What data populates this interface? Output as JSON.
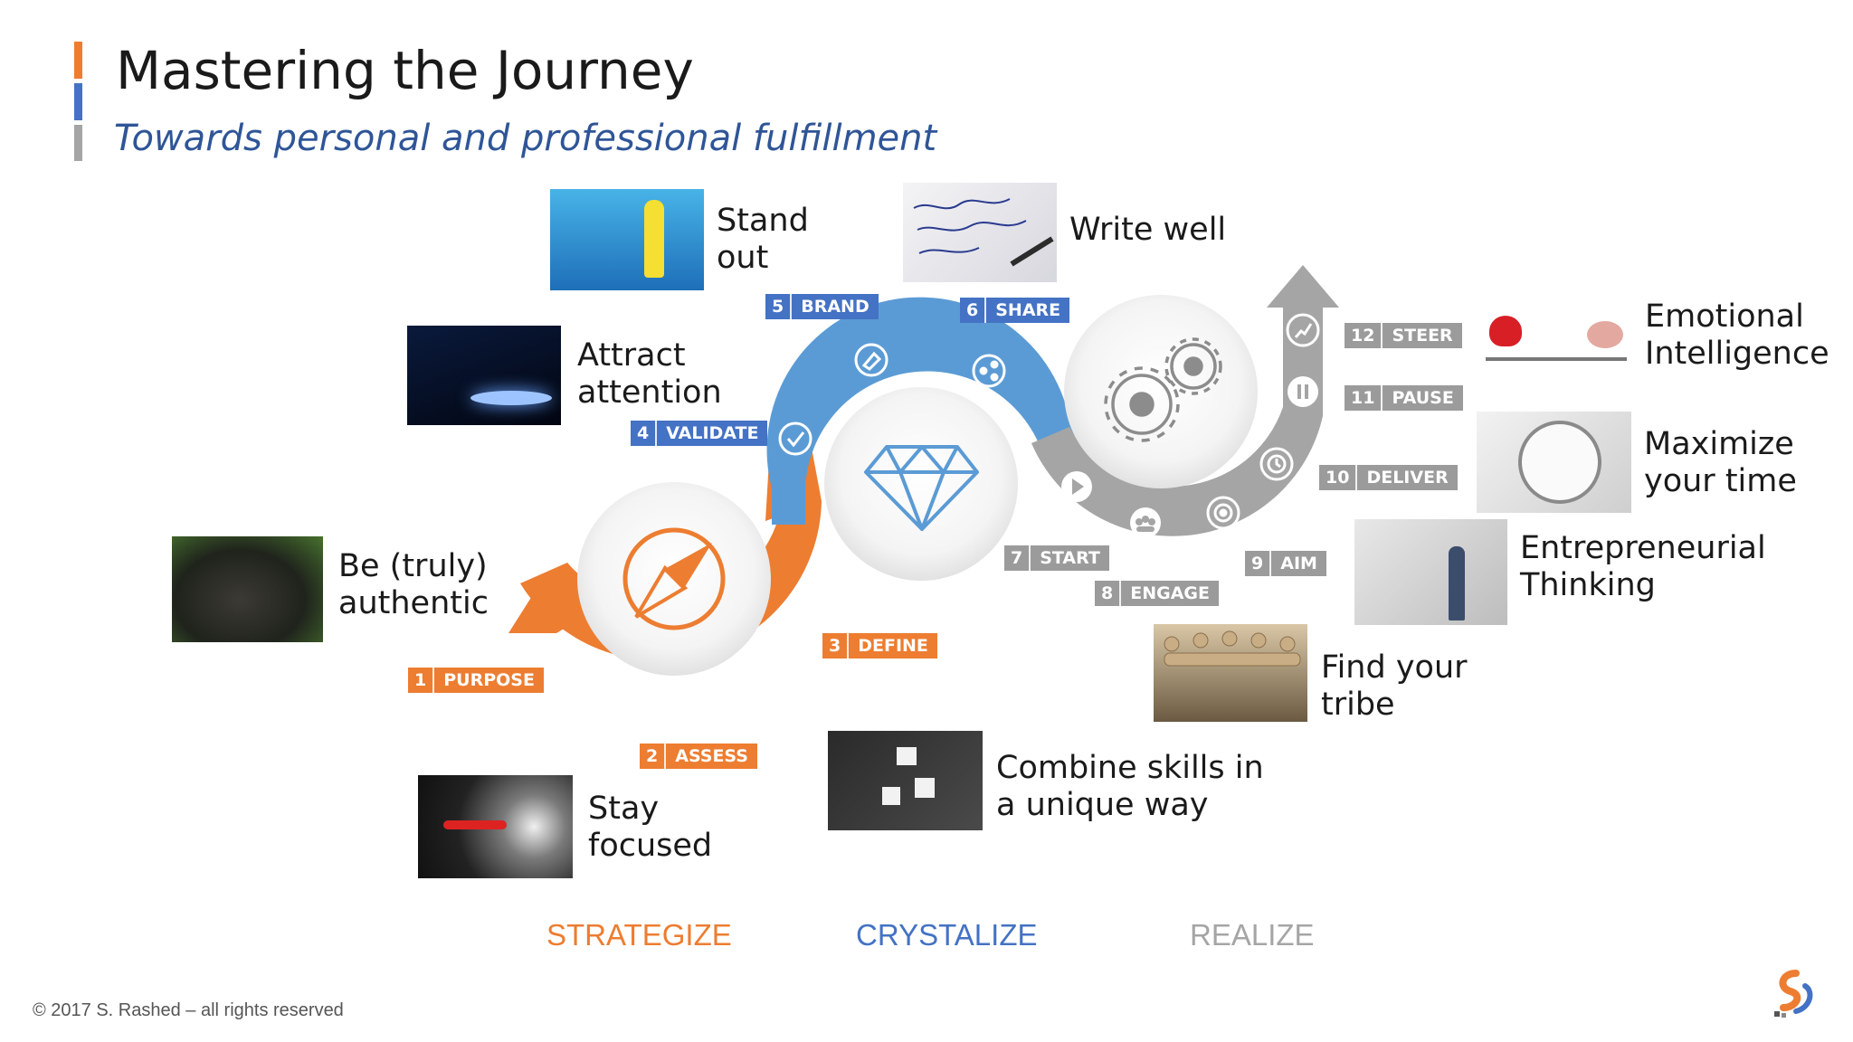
{
  "header": {
    "title": "Mastering the Journey",
    "subtitle": "Towards personal and professional fulfillment",
    "accent_colors": [
      "#ed7d31",
      "#4472c4",
      "#a5a5a5"
    ]
  },
  "steps": [
    {
      "num": "1",
      "label": "PURPOSE",
      "phase": "orange"
    },
    {
      "num": "2",
      "label": "ASSESS",
      "phase": "orange"
    },
    {
      "num": "3",
      "label": "DEFINE",
      "phase": "orange"
    },
    {
      "num": "4",
      "label": "VALIDATE",
      "phase": "blue"
    },
    {
      "num": "5",
      "label": "BRAND",
      "phase": "blue"
    },
    {
      "num": "6",
      "label": "SHARE",
      "phase": "blue"
    },
    {
      "num": "7",
      "label": "START",
      "phase": "gray"
    },
    {
      "num": "8",
      "label": "ENGAGE",
      "phase": "gray"
    },
    {
      "num": "9",
      "label": "AIM",
      "phase": "gray"
    },
    {
      "num": "10",
      "label": "DELIVER",
      "phase": "gray"
    },
    {
      "num": "11",
      "label": "PAUSE",
      "phase": "gray"
    },
    {
      "num": "12",
      "label": "STEER",
      "phase": "gray"
    }
  ],
  "captions": {
    "authentic": [
      "Be (truly)",
      "authentic"
    ],
    "focused": [
      "Stay",
      "focused"
    ],
    "attract": [
      "Attract",
      "attention"
    ],
    "standout": [
      "Stand",
      "out"
    ],
    "write": [
      "Write well"
    ],
    "combine": [
      "Combine skills in",
      "a unique way"
    ],
    "tribe": [
      "Find your",
      "tribe"
    ],
    "entrepreneurial": [
      "Entrepreneurial",
      "Thinking"
    ],
    "time": [
      "Maximize",
      "your time"
    ],
    "emotional": [
      "Emotional",
      "Intelligence"
    ]
  },
  "phases": {
    "strategize": "STRATEGIZE",
    "crystalize": "CRYSTALIZE",
    "realize": "REALIZE"
  },
  "colors": {
    "orange": "#ed7d31",
    "blue": "#5b9bd5",
    "blue_tag": "#4472c4",
    "gray": "#a5a5a5",
    "gray_tag": "#9b9b9b"
  },
  "icons": {
    "strategize_center": "compass-icon",
    "crystalize_center": "diamond-icon",
    "realize_center": "gears-icon"
  },
  "footer": {
    "copyright": "© 2017 S. Rashed – all rights reserved"
  }
}
